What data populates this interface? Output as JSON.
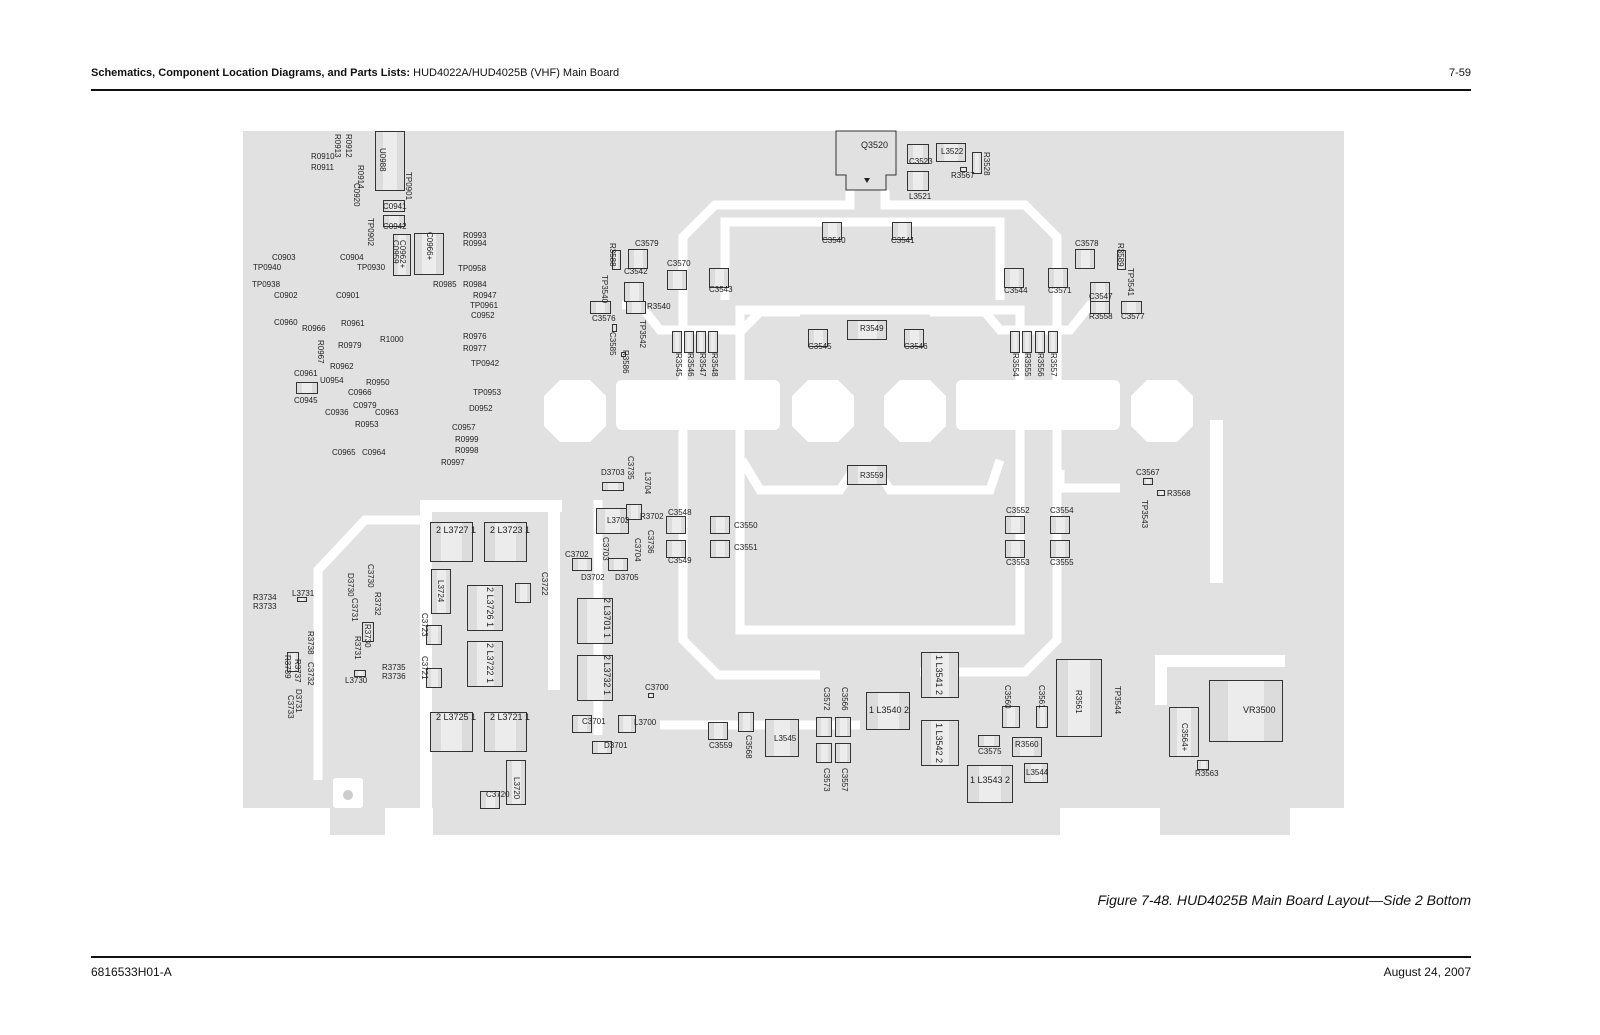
{
  "header": {
    "section_bold": "Schematics, Component Location Diagrams, and Parts Lists:",
    "section_rest": " HUD4022A/HUD4025B (VHF) Main Board",
    "page_number": "7-59"
  },
  "figure": {
    "caption": "Figure 7-48. HUD4025B Main Board Layout—Side 2 Bottom"
  },
  "footer": {
    "doc_number": "6816533H01-A",
    "date": "August 24, 2007"
  },
  "board": {
    "components": [
      "Q3520",
      "C3523",
      "L3522",
      "R3528",
      "R3567",
      "L3521",
      "C3540",
      "C3541",
      "C3579",
      "R3588",
      "C3542",
      "C3570",
      "C3543",
      "TP3540",
      "C3576",
      "R3540",
      "TP3542",
      "C3585",
      "R3586",
      "R3545",
      "R3546",
      "R3547",
      "R3548",
      "C3545",
      "R3549",
      "C3546",
      "C3544",
      "C3571",
      "C3578",
      "R3589",
      "TP3541",
      "C3547",
      "R3558",
      "C3577",
      "R3554",
      "R3555",
      "R3556",
      "R3557",
      "R3559",
      "C3567",
      "R3568",
      "TP3543",
      "C3552",
      "C3554",
      "C3553",
      "C3555",
      "C3550",
      "C3551",
      "C3548",
      "C3549",
      "D3703",
      "L3702",
      "R3702",
      "C3702",
      "D3702",
      "D3705",
      "L3704",
      "C3735",
      "C3703",
      "C3704",
      "C3736",
      "2 L3701 1",
      "2 L3732 1",
      "C3700",
      "L3700",
      "C3701",
      "D3701",
      "2 L3727 1",
      "2 L3723 1",
      "L3724",
      "2 L3726 1",
      "2 L3722 1",
      "C3722",
      "C3723",
      "C3721",
      "2 L3725 1",
      "2 L3721 1",
      "L3720",
      "C3720",
      "R3734",
      "R3733",
      "L3731",
      "C3730",
      "D3730",
      "R3732",
      "C3731",
      "R3730",
      "R3731",
      "R3735",
      "R3736",
      "L3730",
      "R3738",
      "R3739",
      "R3737",
      "C3732",
      "D3731",
      "C3733",
      "C3559",
      "C3568",
      "L3545",
      "C3572",
      "C3566",
      "C3573",
      "C3557",
      "1 L3540 2",
      "1 L3541 2",
      "1 L3542 2",
      "1 L3543 2",
      "L3544",
      "C3575",
      "R3560",
      "C3560",
      "C3561",
      "R3561",
      "TP3544",
      "C3564+",
      "R3563",
      "VR3500",
      "R0910",
      "R0911",
      "R0912",
      "R0913",
      "R0914",
      "C0920",
      "U0988",
      "TP0901",
      "C0941",
      "C0942",
      "TP0902",
      "R0993",
      "R0994",
      "C0959",
      "C0962+",
      "C0966+",
      "TP0958",
      "R0985",
      "R0984",
      "R0947",
      "TP0961",
      "C0952",
      "R0976",
      "R0977",
      "TP0942",
      "C0903",
      "TP0940",
      "TP0938",
      "C0902",
      "C0904",
      "TP0930",
      "C0901",
      "C0960",
      "R0966",
      "R0961",
      "R0967",
      "R0979",
      "R1000",
      "R0962",
      "C0961",
      "U0954",
      "C0945",
      "C0966",
      "R0950",
      "C0936",
      "C0979",
      "C0963",
      "R0953",
      "D0952",
      "C0957",
      "R0999",
      "R0998",
      "R0997",
      "TP0953",
      "C0965",
      "C0964"
    ]
  }
}
